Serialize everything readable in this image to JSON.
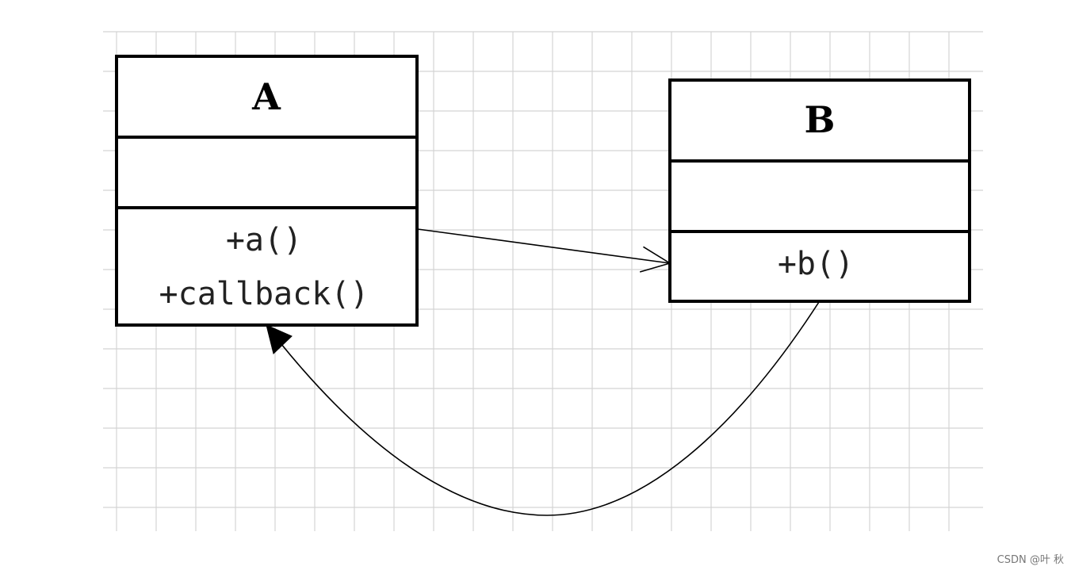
{
  "classes": {
    "a": {
      "name": "A",
      "methods": [
        "+a()",
        "+callback()"
      ]
    },
    "b": {
      "name": "B",
      "methods": [
        "+b()"
      ]
    }
  },
  "watermark": "CSDN @叶  秋",
  "colors": {
    "grid": "#d4d4d4",
    "stroke": "#000000",
    "background": "#ffffff"
  }
}
